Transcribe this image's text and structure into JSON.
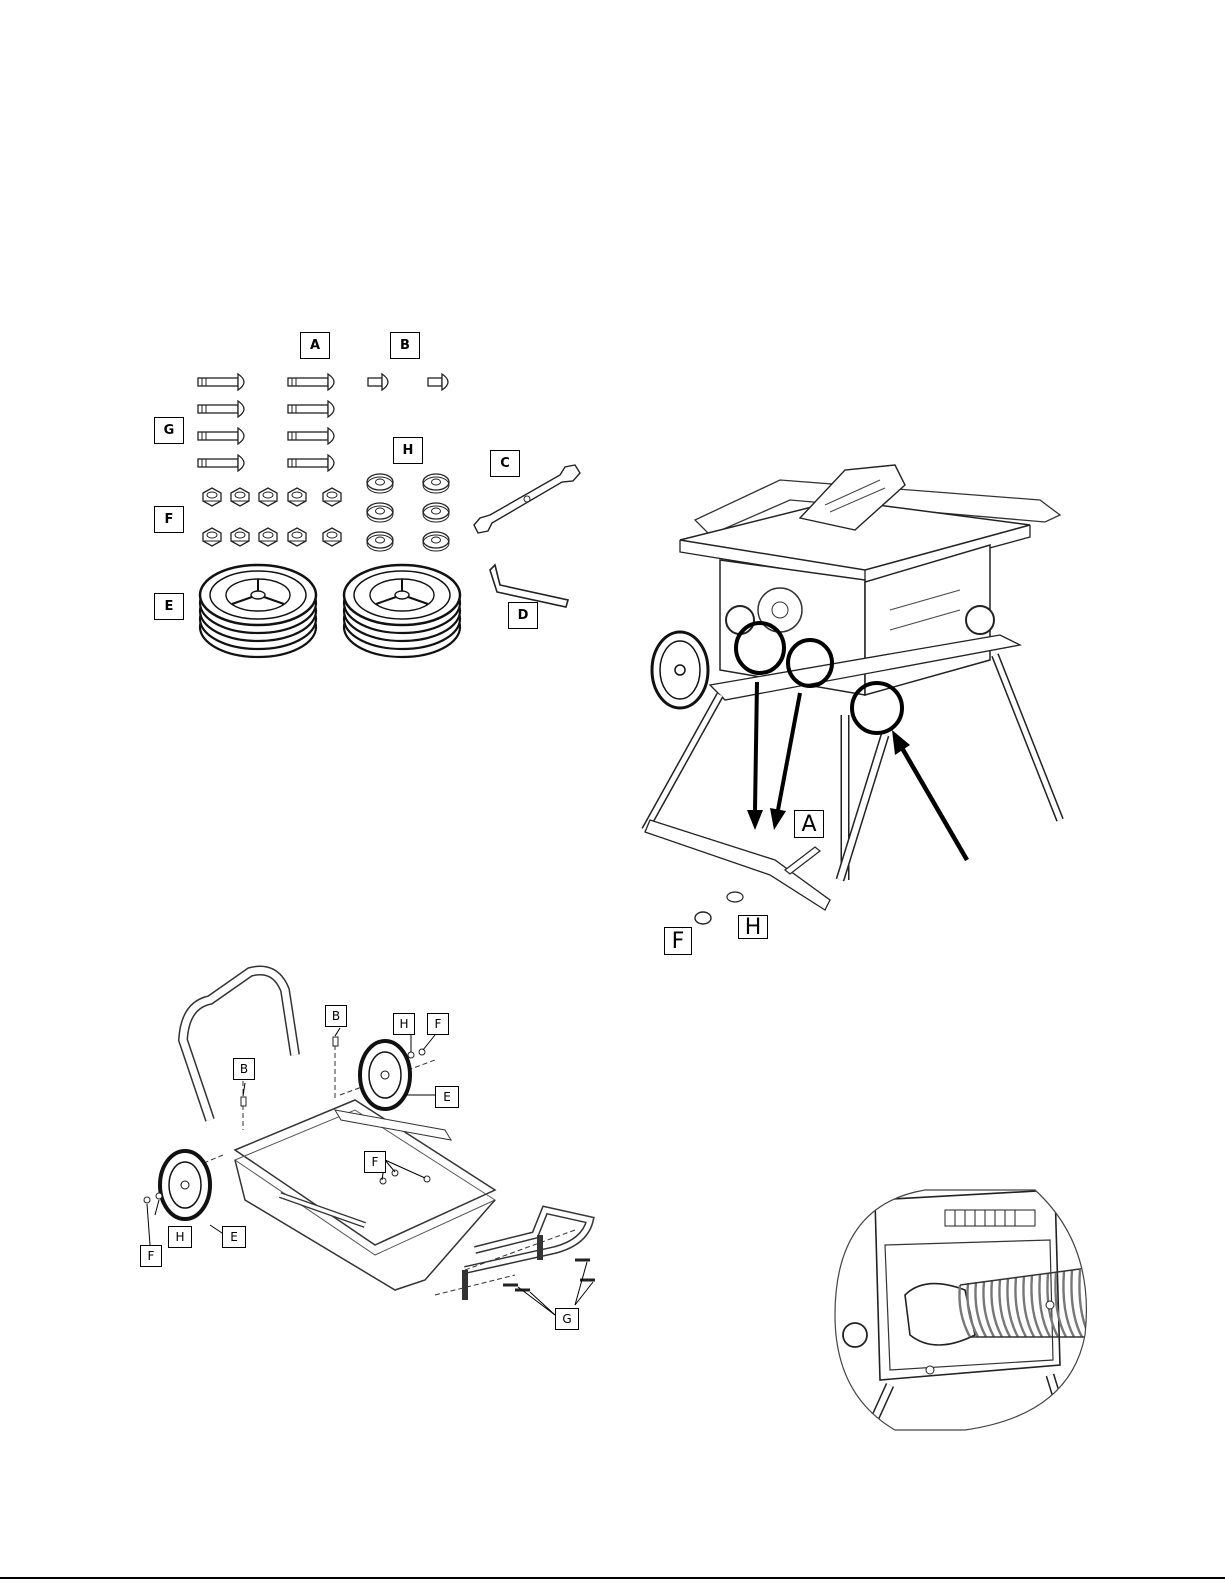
{
  "figure1": {
    "labels": {
      "A": "A",
      "B": "B",
      "C": "C",
      "D": "D",
      "E": "E",
      "F": "F",
      "G": "G",
      "H": "H"
    }
  },
  "figure2": {
    "labels": {
      "A": "A",
      "F": "F",
      "H": "H"
    }
  },
  "figure3": {
    "labels": {
      "B1": "B",
      "B2": "B",
      "H1": "H",
      "F1": "F",
      "E1": "E",
      "F2": "F",
      "H2": "H",
      "E2": "E",
      "F3": "F",
      "G": "G"
    }
  },
  "colors": {
    "ink": "#000000",
    "line": "#222222",
    "hose": "#888888"
  }
}
